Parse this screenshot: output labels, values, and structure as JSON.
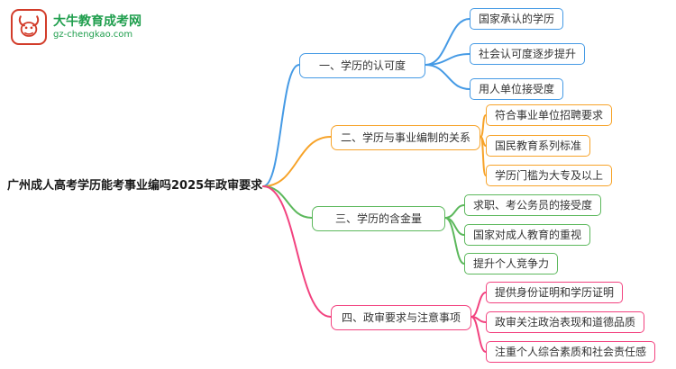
{
  "logo": {
    "title": "大牛教育成考网",
    "subtitle": "gz-chengkao.com"
  },
  "root": {
    "label": "广州成人高考学历能考事业编吗2025年政审要求"
  },
  "branches": [
    {
      "label": "一、学历的认可度",
      "color": "#459ae5",
      "children": [
        "国家承认的学历",
        "社会认可度逐步提升",
        "用人单位接受度"
      ]
    },
    {
      "label": "二、学历与事业编制的关系",
      "color": "#f7a329",
      "children": [
        "符合事业单位招聘要求",
        "国民教育系列标准",
        "学历门槛为大专及以上"
      ]
    },
    {
      "label": "三、学历的含金量",
      "color": "#5cb85c",
      "children": [
        "求职、考公务员的接受度",
        "国家对成人教育的重视",
        "提升个人竞争力"
      ]
    },
    {
      "label": "四、政审要求与注意事项",
      "color": "#f2427f",
      "children": [
        "提供身份证明和学历证明",
        "政审关注政治表现和道德品质",
        "注重个人综合素质和社会责任感"
      ]
    }
  ]
}
